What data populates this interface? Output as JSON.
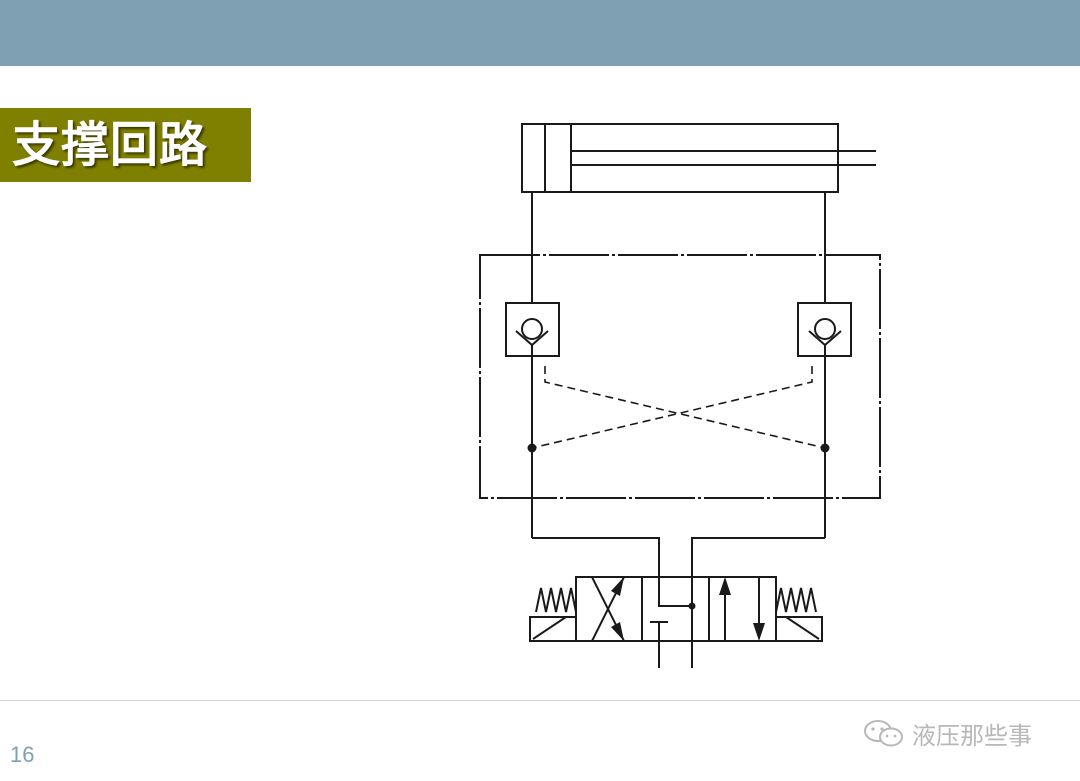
{
  "slide": {
    "title": "支撑回路",
    "page_number": "16"
  },
  "watermark": {
    "text": "液压那些事",
    "icon": "wechat-icon"
  },
  "colors": {
    "header_band": "#7f9fb2",
    "title_background": "#7f7f00",
    "title_text": "#ffffff",
    "diagram_stroke": "#1a1a1a",
    "page_number": "#7f9fb2",
    "watermark": "#b8b8b8"
  },
  "diagram": {
    "components": [
      "hydraulic-cylinder",
      "pilot-operated-check-valve-left",
      "pilot-operated-check-valve-right",
      "three-position-directional-valve",
      "spring-left",
      "spring-right",
      "solenoid-left",
      "solenoid-right"
    ]
  }
}
